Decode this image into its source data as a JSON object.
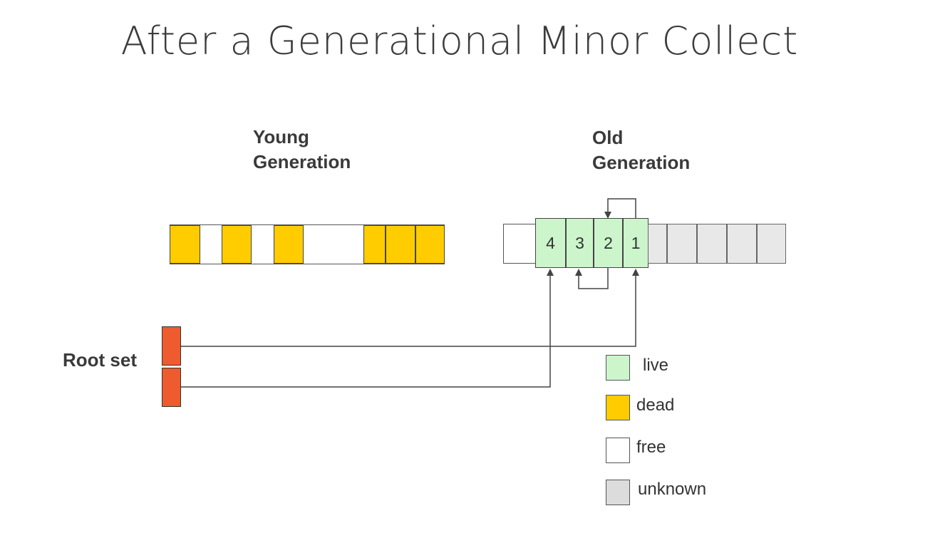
{
  "title": "After a Generational Minor Collect",
  "young_generation": {
    "label_line1": "Young",
    "label_line2": "Generation"
  },
  "old_generation": {
    "label_line1": "Old",
    "label_line2": "Generation",
    "live_cells": [
      "4",
      "3",
      "2",
      "1"
    ]
  },
  "root_set": {
    "label": "Root set"
  },
  "legend": [
    {
      "key": "live",
      "label": "live",
      "color": "#ccf5cc"
    },
    {
      "key": "dead",
      "label": "dead",
      "color": "#ffcc00"
    },
    {
      "key": "free",
      "label": "free",
      "color": "#ffffff"
    },
    {
      "key": "unknown",
      "label": "unknown",
      "color": "#e8e8e8"
    }
  ],
  "colors": {
    "root": "#ee5b2e",
    "line": "#444444"
  }
}
